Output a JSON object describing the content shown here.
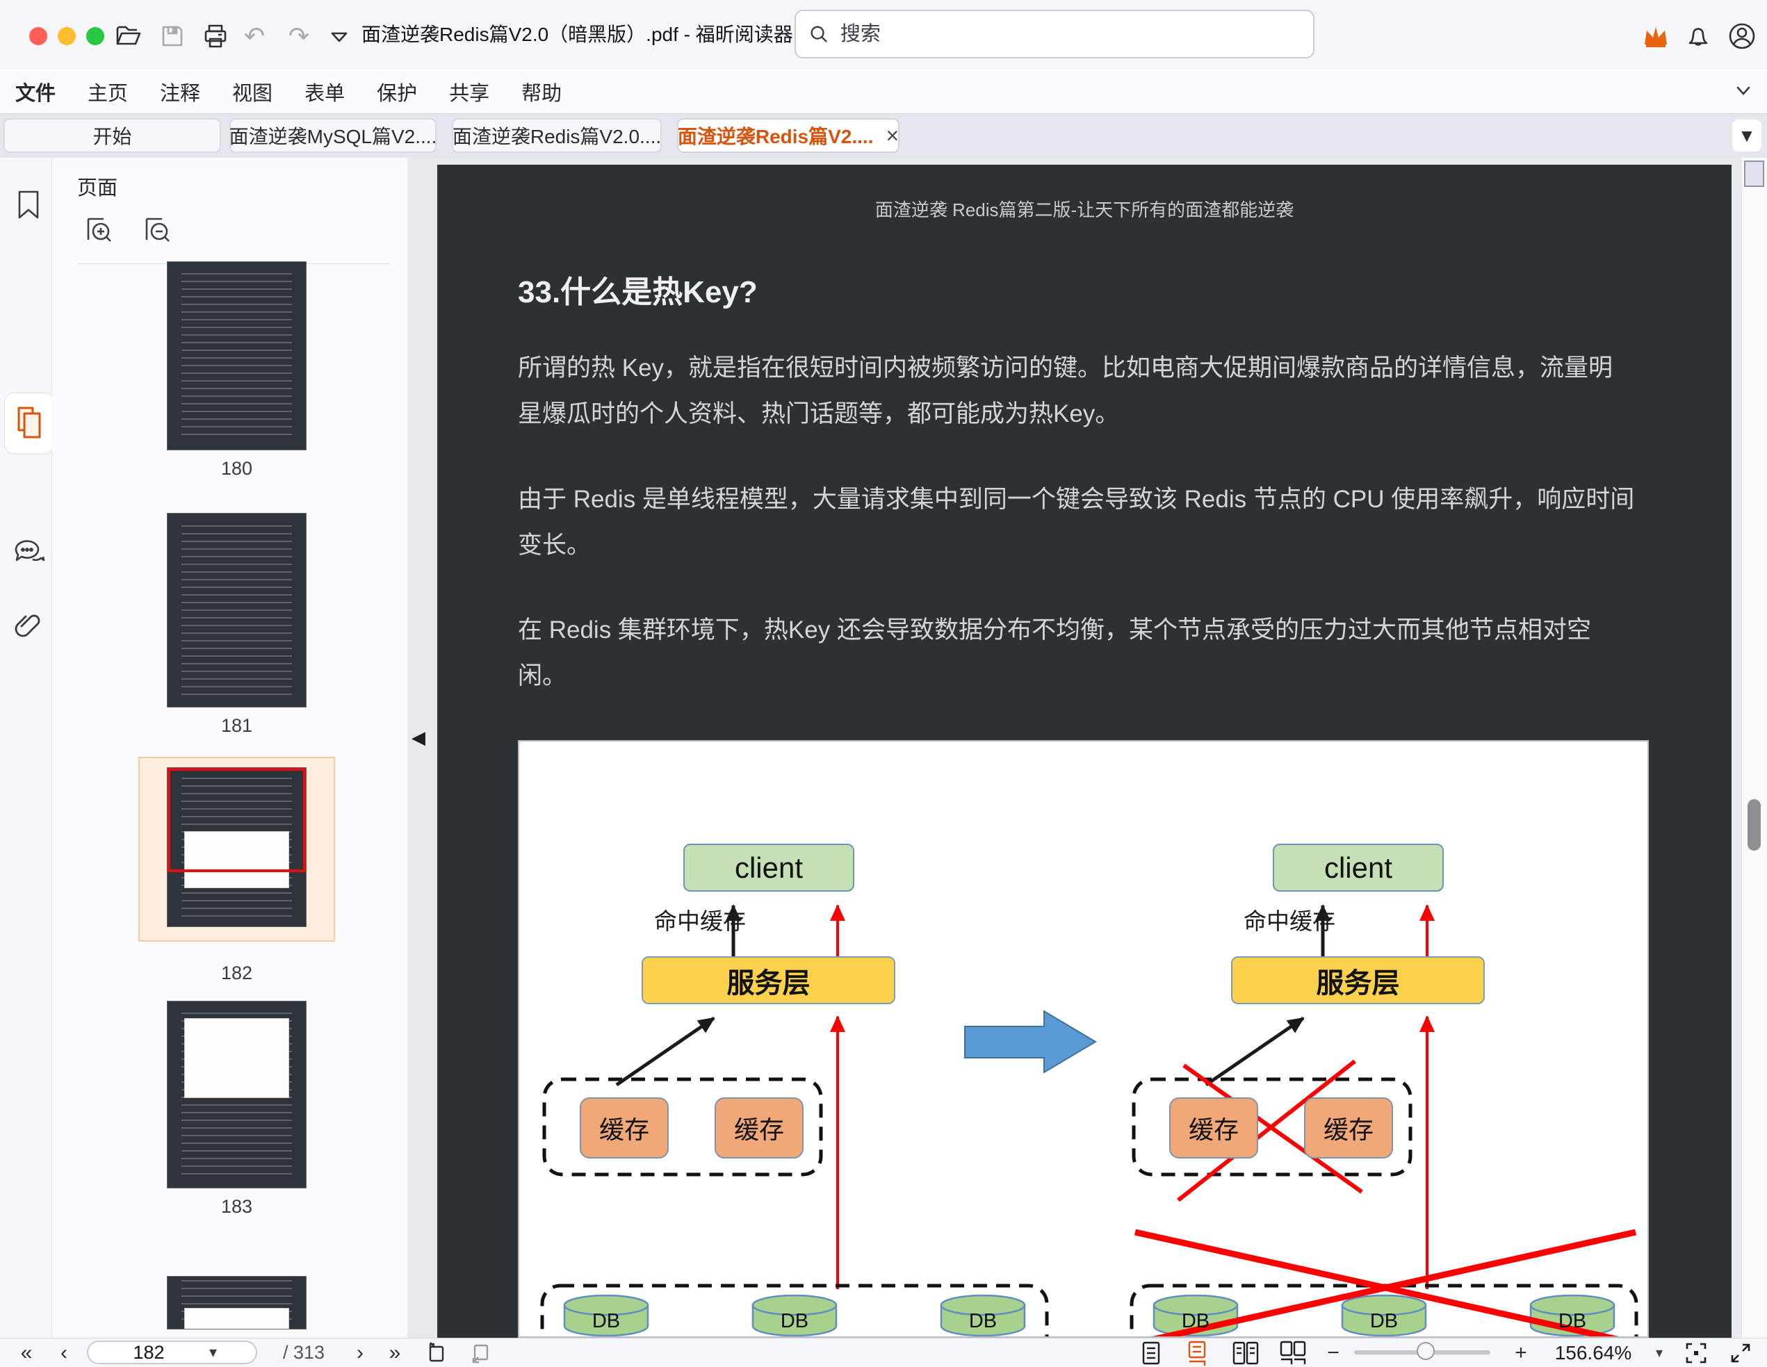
{
  "window": {
    "title": "面渣逆袭Redis篇V2.0（暗黑版）.pdf - 福昕阅读器"
  },
  "titlebar": {
    "search_placeholder": "搜索"
  },
  "menubar": {
    "items": [
      "文件",
      "主页",
      "注释",
      "视图",
      "表单",
      "保护",
      "共享",
      "帮助"
    ]
  },
  "tabbar": {
    "tabs": [
      {
        "label": "开始"
      },
      {
        "label": "面渣逆袭MySQL篇V2...."
      },
      {
        "label": "面渣逆袭Redis篇V2.0...."
      },
      {
        "label": "面渣逆袭Redis篇V2...."
      }
    ],
    "close_glyph": "×",
    "active_color": "#d8540e"
  },
  "sidebar": {
    "panel_title": "页面",
    "thumbnails": [
      {
        "page": "180"
      },
      {
        "page": "181"
      },
      {
        "page": "182"
      },
      {
        "page": "183"
      },
      {
        "page": ""
      }
    ]
  },
  "document": {
    "header": "面渣逆袭 Redis篇第二版-让天下所有的面渣都能逆袭",
    "heading": "33.什么是热Key?",
    "paragraphs": [
      "所谓的热 Key，就是指在很短时间内被频繁访问的键。比如电商大促期间爆款商品的详情信息，流量明星爆瓜时的个人资料、热门话题等，都可能成为热Key。",
      "由于 Redis 是单线程模型，大量请求集中到同一个键会导致该 Redis 节点的 CPU 使用率飙升，响应时间变长。",
      "在 Redis 集群环境下，热Key 还会导致数据分布不均衡，某个节点承受的压力过大而其他节点相对空闲。"
    ],
    "diagram": {
      "client": "client",
      "hit_cache": "命中缓存",
      "service": "服务层",
      "cache": "缓存",
      "db": "DB"
    }
  },
  "statusbar": {
    "page_current": "182",
    "page_total": "/ 313",
    "zoom_percent": "156.64%"
  },
  "icons": {
    "undo": "↶",
    "redo": "↷",
    "first": "«",
    "prev": "‹",
    "next": "›",
    "last": "»",
    "dropdown": "▾",
    "collapse": "◀",
    "minus": "−",
    "plus": "+"
  },
  "colors": {
    "accent_orange": "#d8540e",
    "traffic_red": "#ff5f57",
    "traffic_yellow": "#febc2e",
    "traffic_green": "#28c840",
    "page_background": "#2c3136",
    "diagram_client_fill": "#c5e0b4",
    "diagram_service_fill": "#fdd14c",
    "diagram_cache_fill": "#f0a878",
    "diagram_db_fill": "#a9d18e",
    "diagram_arrow_red": "#ff0000",
    "diagram_block_arrow_blue": "#5b9bd5",
    "selection_peach": "#fdeedd",
    "viewport_red": "#e50e0e"
  }
}
